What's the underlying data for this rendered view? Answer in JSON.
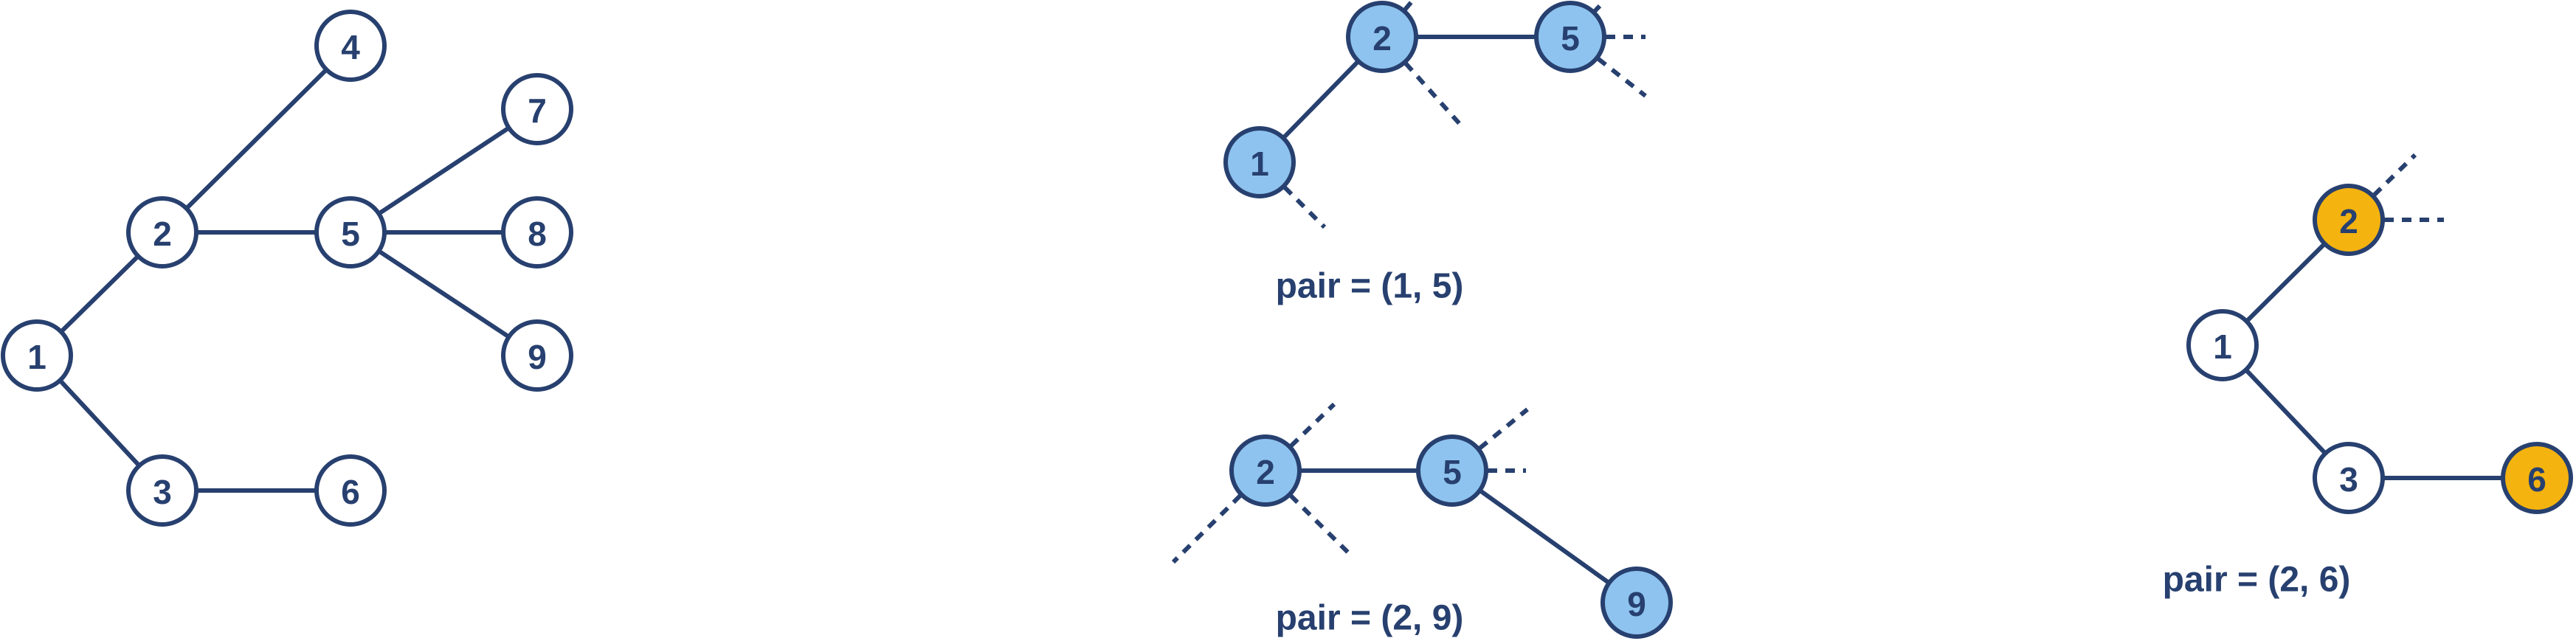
{
  "colors": {
    "stroke": "#27406f",
    "node_fill_default": "#ffffff",
    "node_fill_pair": "#8ec3ef",
    "node_fill_highlight": "#f5b30f",
    "text": "#27406f"
  },
  "full_tree": {
    "nodes": [
      "1",
      "2",
      "3",
      "4",
      "5",
      "6",
      "7",
      "8",
      "9"
    ],
    "edges": [
      [
        "1",
        "2"
      ],
      [
        "1",
        "3"
      ],
      [
        "2",
        "4"
      ],
      [
        "2",
        "5"
      ],
      [
        "3",
        "6"
      ],
      [
        "5",
        "7"
      ],
      [
        "5",
        "8"
      ],
      [
        "5",
        "9"
      ]
    ]
  },
  "subgraph_1_5": {
    "label": "pair = (1, 5)",
    "nodes": [
      "1",
      "2",
      "5"
    ]
  },
  "subgraph_2_9": {
    "label": "pair = (2, 9)",
    "nodes": [
      "2",
      "5",
      "9"
    ]
  },
  "subgraph_2_6": {
    "label": "pair = (2, 6)",
    "nodes": [
      "2",
      "1",
      "3",
      "6"
    ]
  }
}
